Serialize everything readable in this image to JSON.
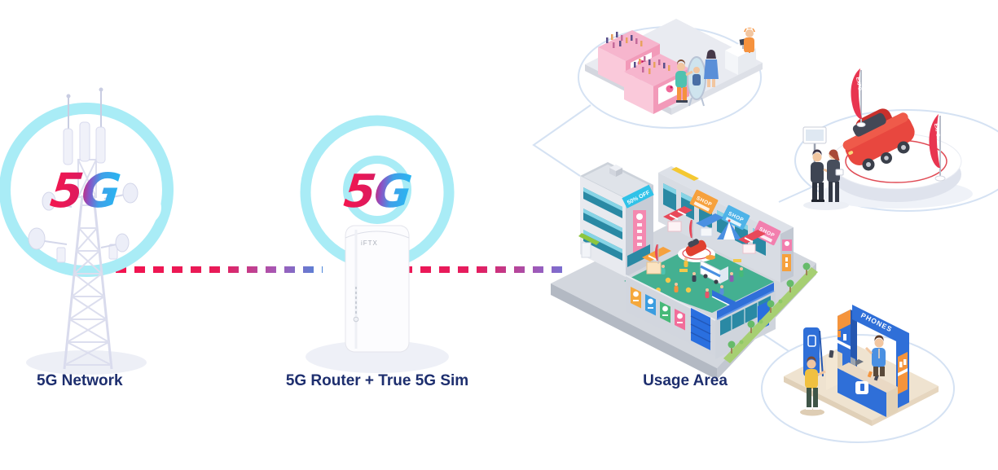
{
  "diagram": {
    "nodes": [
      {
        "id": "5g-network",
        "label": "5G Network",
        "logo_text": "5G"
      },
      {
        "id": "5g-router",
        "label": "5G Router + True 5G Sim",
        "logo_text": "5G",
        "device_brand": "iFTX"
      },
      {
        "id": "usage-area",
        "label": "Usage Area"
      }
    ],
    "mall": {
      "discount_banner": "50% OFF",
      "shop_signs": [
        "SHOP",
        "SHOP",
        "SHOP"
      ]
    },
    "satellites": {
      "cosmetics_shop": {
        "name": "cosmetics shop"
      },
      "car_expo": {
        "flag_text": "EXPO"
      },
      "phone_shop": {
        "arch_text": "PHONES"
      }
    },
    "colors": {
      "accent_cyan": "#a9ecf6",
      "logo_red": "#ee1651",
      "logo_blue": "#2bb2ef",
      "label_navy": "#1d2e6e",
      "link_line": "#d5e2f3",
      "dash_red": "#f0145a",
      "dash_purple": "#9c5fc4",
      "dash_blue": "#4e87da",
      "mall_floor_teal": "#44b091"
    }
  }
}
